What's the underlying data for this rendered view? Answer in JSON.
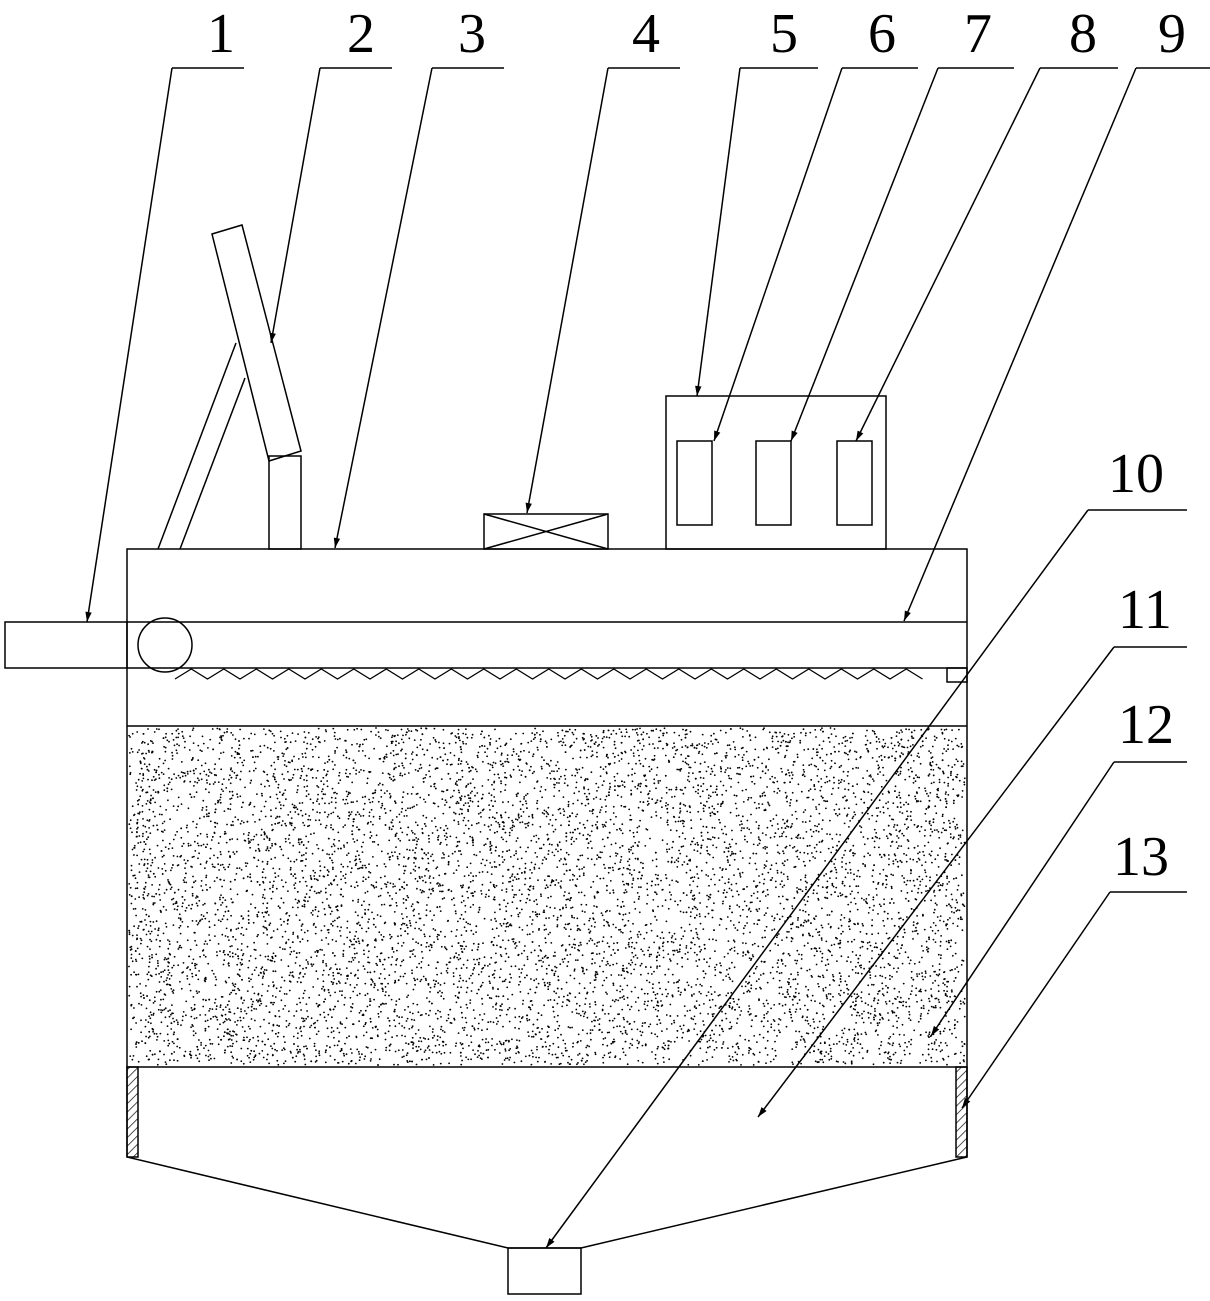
{
  "diagram": {
    "labels": [
      "1",
      "2",
      "3",
      "4",
      "5",
      "6",
      "7",
      "8",
      "9",
      "10",
      "11",
      "12",
      "13"
    ]
  },
  "colors": {
    "line": "#000000",
    "background": "#ffffff"
  }
}
